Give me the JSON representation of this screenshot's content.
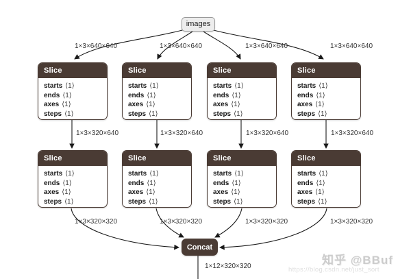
{
  "graph": {
    "input_node": {
      "label": "images"
    },
    "slice_node": {
      "title": "Slice",
      "params": [
        {
          "name": "starts",
          "value": "⟨1⟩"
        },
        {
          "name": "ends",
          "value": "⟨1⟩"
        },
        {
          "name": "axes",
          "value": "⟨1⟩"
        },
        {
          "name": "steps",
          "value": "⟨1⟩"
        }
      ]
    },
    "concat_node": {
      "title": "Concat"
    },
    "edge_labels": {
      "input_to_slice": "1×3×640×640",
      "slice_to_slice": "1×3×320×640",
      "slice_to_concat": "1×3×320×320",
      "concat_output": "1×12×320×320"
    }
  },
  "watermark": {
    "brand": "知乎 @BBuf",
    "url": "https://blog.csdn.net/just_sort"
  },
  "colors": {
    "node_accent": "#4a3b34",
    "input_fill": "#ededed",
    "input_border": "#999999",
    "edge": "#1a1a1a",
    "label_text": "#333333",
    "watermark": "#cccccc"
  }
}
